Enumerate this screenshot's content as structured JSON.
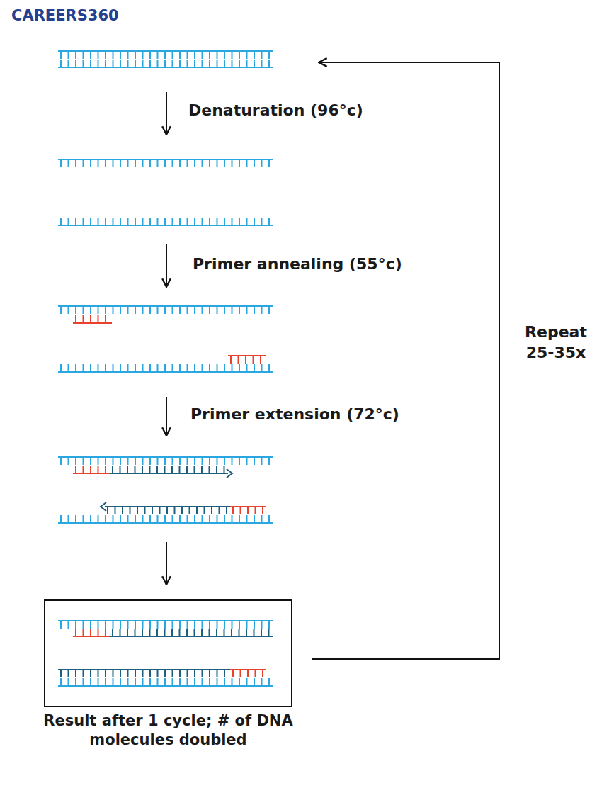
{
  "diagram": {
    "nodes": [
      {
        "text": [
          "Result after 1 cycle; # of DNA molecules doubled"
        ]
      }
    ],
    "labels": [
      "CAREERS360",
      "Denaturation (96°c)",
      "Primer annealing (55°c)",
      "Primer extension (72°c)",
      "Repeat 25-35x"
    ]
  }
}
